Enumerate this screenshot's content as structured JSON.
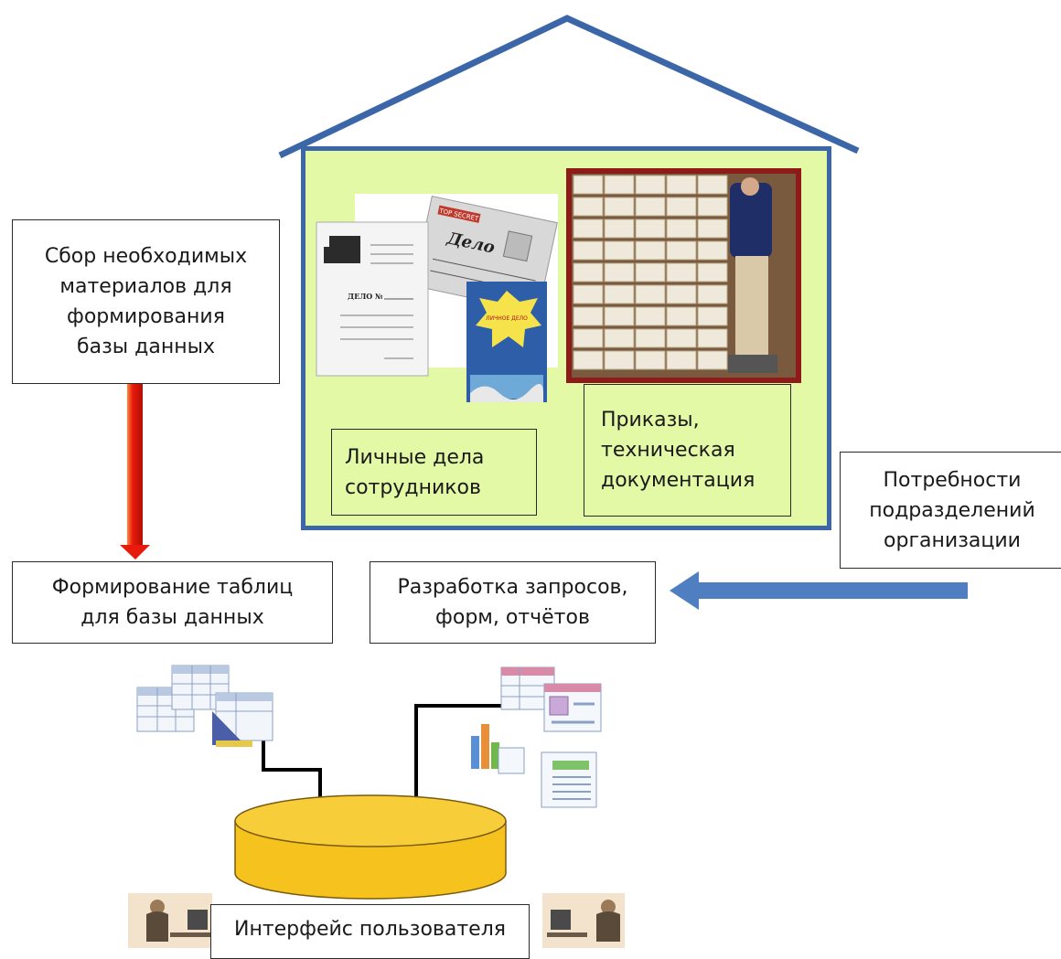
{
  "labels": {
    "collect": "Сбор необходимых\nматериалов для\nформирования\nбазы данных",
    "personnel": "Личные дела\nсотрудников",
    "orders": "Приказы,\nтехническая\nдокументация",
    "needs": "Потребности\nподразделений\nорганизации",
    "tables": "Формирование таблиц\nдля базы данных",
    "queries": "Разработка запросов,\nформ, отчётов",
    "interface": "Интерфейс пользователя"
  },
  "image_text": {
    "folder_label": "ДЕЛО №",
    "folder2_label": "Дело",
    "stamp": "TOP SECRET",
    "personal_file": "ЛИЧНОЕ ДЕЛО"
  },
  "colors": {
    "house": "#3b66a8",
    "house_fill": "#e3f9a6",
    "arrow_red": "#e81a0c",
    "arrow_blue": "#4f7fc0",
    "database": "#f5c21e"
  }
}
